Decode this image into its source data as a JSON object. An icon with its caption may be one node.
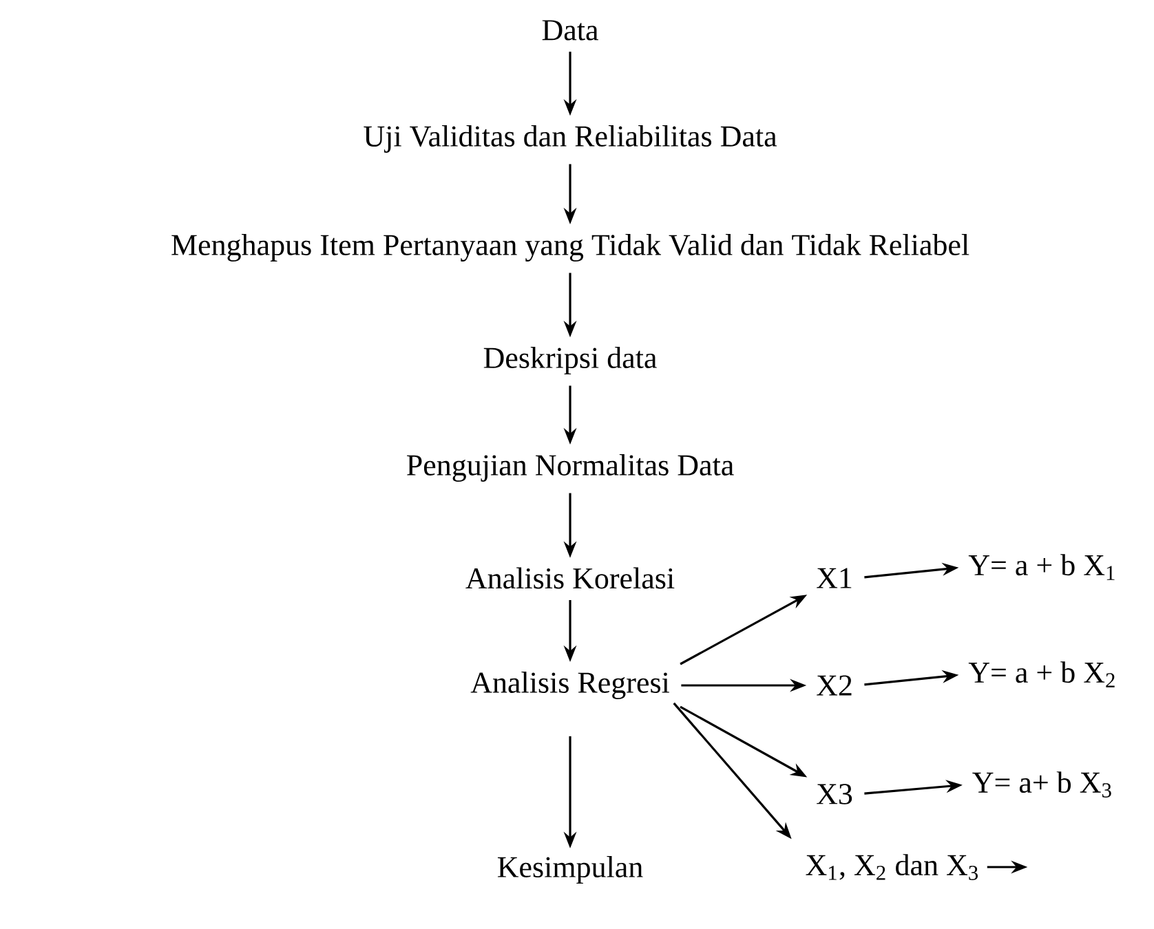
{
  "diagram": {
    "nodes": [
      {
        "text": [
          "Data"
        ]
      },
      {
        "text": [
          "Uji Validitas dan Reliabilitas Data"
        ]
      },
      {
        "text": [
          "Menghapus Item Pertanyaan yang Tidak Valid dan Tidak Reliabel"
        ]
      },
      {
        "text": [
          "Deskripsi data"
        ]
      },
      {
        "text": [
          "Pengujian Normalitas Data"
        ]
      },
      {
        "text": [
          "Analisis Korelasi"
        ]
      },
      {
        "text": [
          "Analisis Regresi"
        ]
      },
      {
        "text": [
          "Kesimpulan"
        ]
      },
      {
        "text": [
          "X1"
        ]
      },
      {
        "text": [
          "Y= a + b X$_{1}$"
        ]
      },
      {
        "text": [
          "X2"
        ]
      },
      {
        "text": [
          "Y= a + b X$_{2}$"
        ]
      },
      {
        "text": [
          "X3"
        ]
      },
      {
        "text": [
          "Y= a+ b X$_{3}$"
        ]
      },
      {
        "text": [
          "X$_{1}$, X$_{2}$ dan X$_{3}$"
        ]
      }
    ],
    "edges": [
      {
        "from": 0,
        "to": 1,
        "arrow": "to"
      },
      {
        "from": 1,
        "to": 2,
        "arrow": "to"
      },
      {
        "from": 2,
        "to": 3,
        "arrow": "to"
      },
      {
        "from": 3,
        "to": 4,
        "arrow": "to"
      },
      {
        "from": 4,
        "to": 5,
        "arrow": "to"
      },
      {
        "from": 5,
        "to": 6,
        "arrow": "to"
      },
      {
        "from": 6,
        "to": 7,
        "arrow": "to"
      },
      {
        "from": 6,
        "to": 8,
        "arrow": "to"
      },
      {
        "from": 6,
        "to": 10,
        "arrow": "to"
      },
      {
        "from": 6,
        "to": 12,
        "arrow": "to"
      },
      {
        "from": 6,
        "to": 14,
        "arrow": "to"
      },
      {
        "from": 8,
        "to": 9,
        "arrow": "to"
      },
      {
        "from": 10,
        "to": 11,
        "arrow": "to"
      },
      {
        "from": 12,
        "to": 13,
        "arrow": "to"
      },
      {
        "from": 14,
        "to": null,
        "arrow": "to"
      }
    ]
  }
}
